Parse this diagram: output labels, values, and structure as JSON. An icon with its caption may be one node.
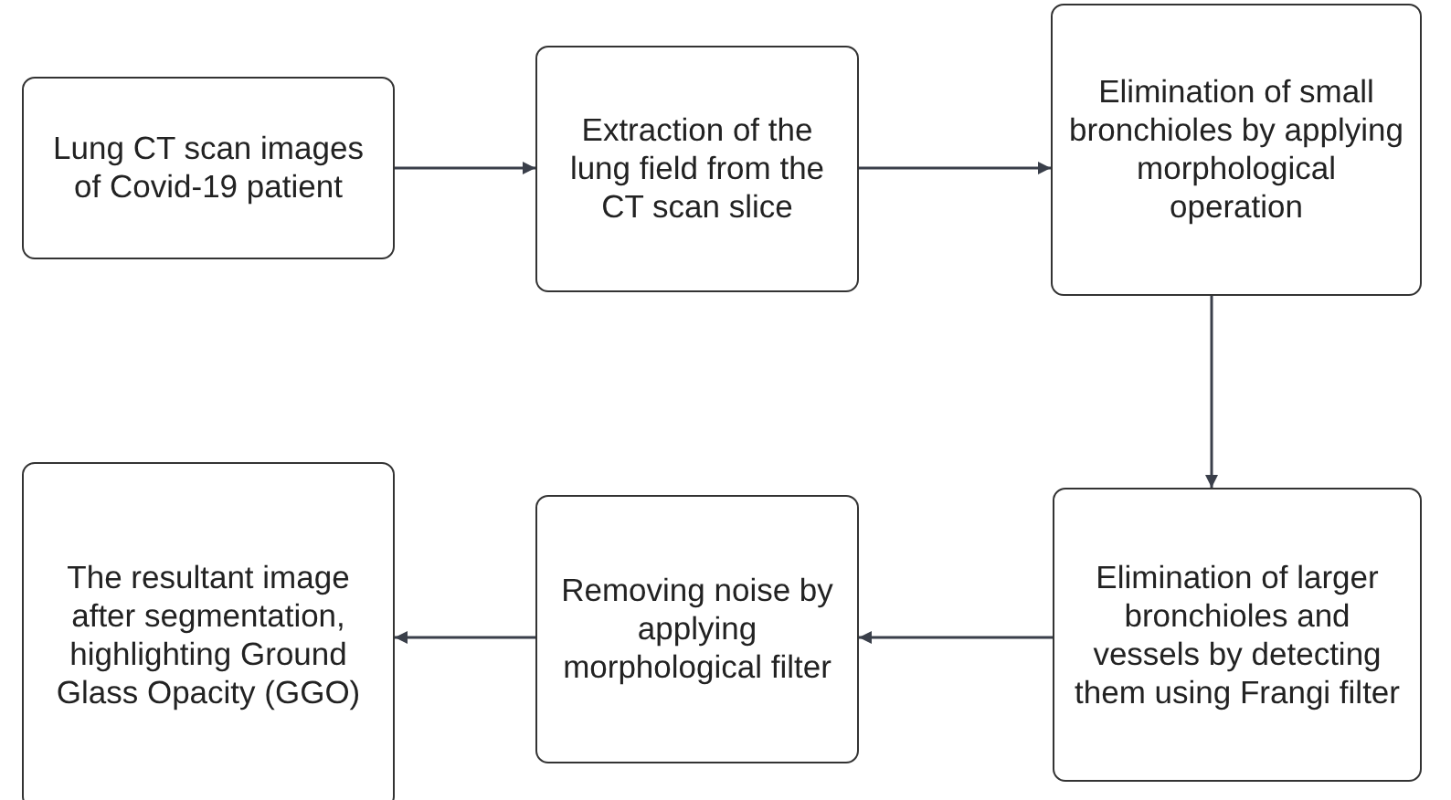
{
  "diagram": {
    "nodes": [
      {
        "text": [
          "Lung CT scan images of Covid-19 patient"
        ]
      },
      {
        "text": [
          "Extraction of the lung field from the CT scan slice"
        ]
      },
      {
        "text": [
          "Elimination of small bronchioles by applying morphological operation"
        ]
      },
      {
        "text": [
          "Elimination of larger bronchioles and vessels by detecting them using Frangi filter"
        ]
      },
      {
        "text": [
          "Removing noise by applying morphological filter"
        ]
      },
      {
        "text": [
          "The resultant image after segmentation, highlighting Ground Glass Opacity (GGO)"
        ]
      }
    ],
    "edges": [
      {
        "from": 0,
        "to": 1,
        "arrow": "to"
      },
      {
        "from": 1,
        "to": 2,
        "arrow": "to"
      },
      {
        "from": 2,
        "to": 3,
        "arrow": "to"
      },
      {
        "from": 3,
        "to": 4,
        "arrow": "to"
      },
      {
        "from": 4,
        "to": 5,
        "arrow": "to"
      }
    ]
  }
}
